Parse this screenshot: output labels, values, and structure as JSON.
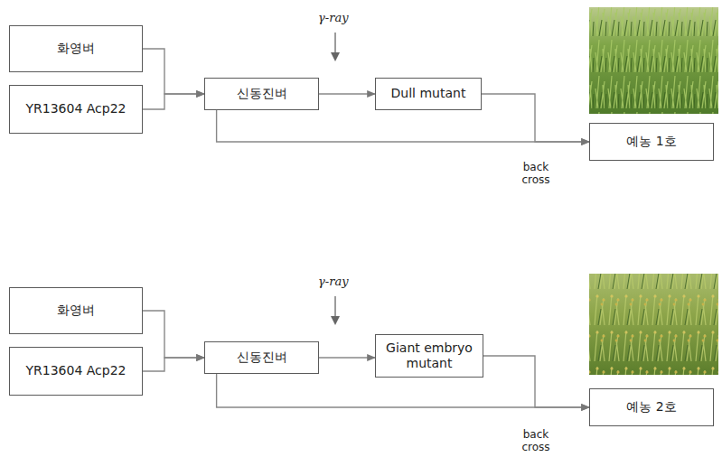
{
  "diagram": {
    "nodes": [
      {
        "text": [
          "화영벼"
        ]
      },
      {
        "text": [
          "YR13604 Acp22"
        ]
      },
      {
        "text": [
          "신동진벼"
        ]
      },
      {
        "text": [
          "Dull mutant"
        ]
      },
      {
        "text": [
          "예농 1호"
        ]
      },
      {
        "text": [
          "화영벼"
        ]
      },
      {
        "text": [
          "YR13604 Acp22"
        ]
      },
      {
        "text": [
          "신동진벼"
        ]
      },
      {
        "text": [
          "Giant embryo mutant"
        ]
      },
      {
        "text": [
          "예농 2호"
        ]
      }
    ],
    "edges": [
      {
        "from": 0,
        "to": 2,
        "arrow": "to"
      },
      {
        "from": 1,
        "to": 2,
        "arrow": "to"
      },
      {
        "from": 2,
        "to": 3,
        "arrow": "to"
      },
      {
        "from": 3,
        "to": 4,
        "arrow": "to"
      },
      {
        "from": 2,
        "to": 4,
        "arrow": "to"
      },
      {
        "from": 5,
        "to": 7,
        "arrow": "to"
      },
      {
        "from": 6,
        "to": 7,
        "arrow": "to"
      },
      {
        "from": 7,
        "to": 8,
        "arrow": "to"
      },
      {
        "from": 8,
        "to": 9,
        "arrow": "to"
      },
      {
        "from": 7,
        "to": 9,
        "arrow": "to"
      }
    ],
    "labels": [
      "γ-ray",
      "back cross",
      "γ-ray",
      "back cross"
    ]
  }
}
